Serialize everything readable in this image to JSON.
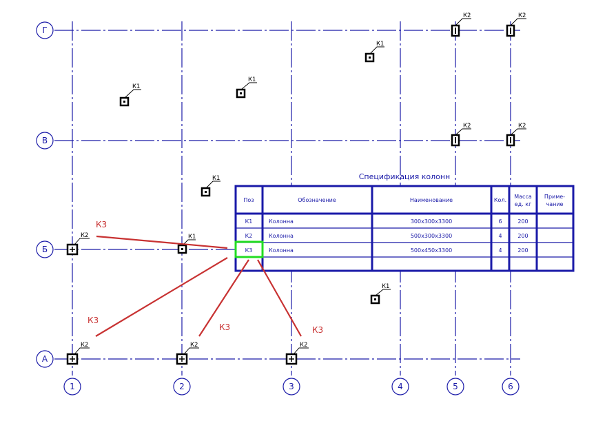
{
  "axes": {
    "vertical": [
      {
        "label": "1"
      },
      {
        "label": "2"
      },
      {
        "label": "3"
      },
      {
        "label": "4"
      },
      {
        "label": "5"
      },
      {
        "label": "6"
      }
    ],
    "horizontal": [
      {
        "label": "Г"
      },
      {
        "label": "В"
      },
      {
        "label": "Б"
      },
      {
        "label": "А"
      }
    ]
  },
  "columns": {
    "k1": "К1",
    "k2": "К2"
  },
  "spec": {
    "title": "Спецификация колонн",
    "headers": {
      "pos": "Поз",
      "designation": "Обозначение",
      "name": "Наименование",
      "qty": "Кол.",
      "mass_line1": "Масса",
      "mass_line2": "ед. кг",
      "note_line1": "Приме-",
      "note_line2": "чание"
    },
    "rows": [
      {
        "pos": "К1",
        "designation": "Колонна",
        "name": "300х300х3300",
        "qty": "6",
        "mass": "200",
        "note": ""
      },
      {
        "pos": "К2",
        "designation": "Колонна",
        "name": "500х300х3300",
        "qty": "4",
        "mass": "200",
        "note": ""
      },
      {
        "pos": "К3",
        "designation": "Колонна",
        "name": "500х450х3300",
        "qty": "4",
        "mass": "200",
        "note": ""
      }
    ]
  },
  "callouts": {
    "label": "К3",
    "highlight_color": "#22dd22",
    "line_color": "#c83232"
  },
  "colors": {
    "axis": "#1a1aa8",
    "table": "#1a1aa8"
  }
}
